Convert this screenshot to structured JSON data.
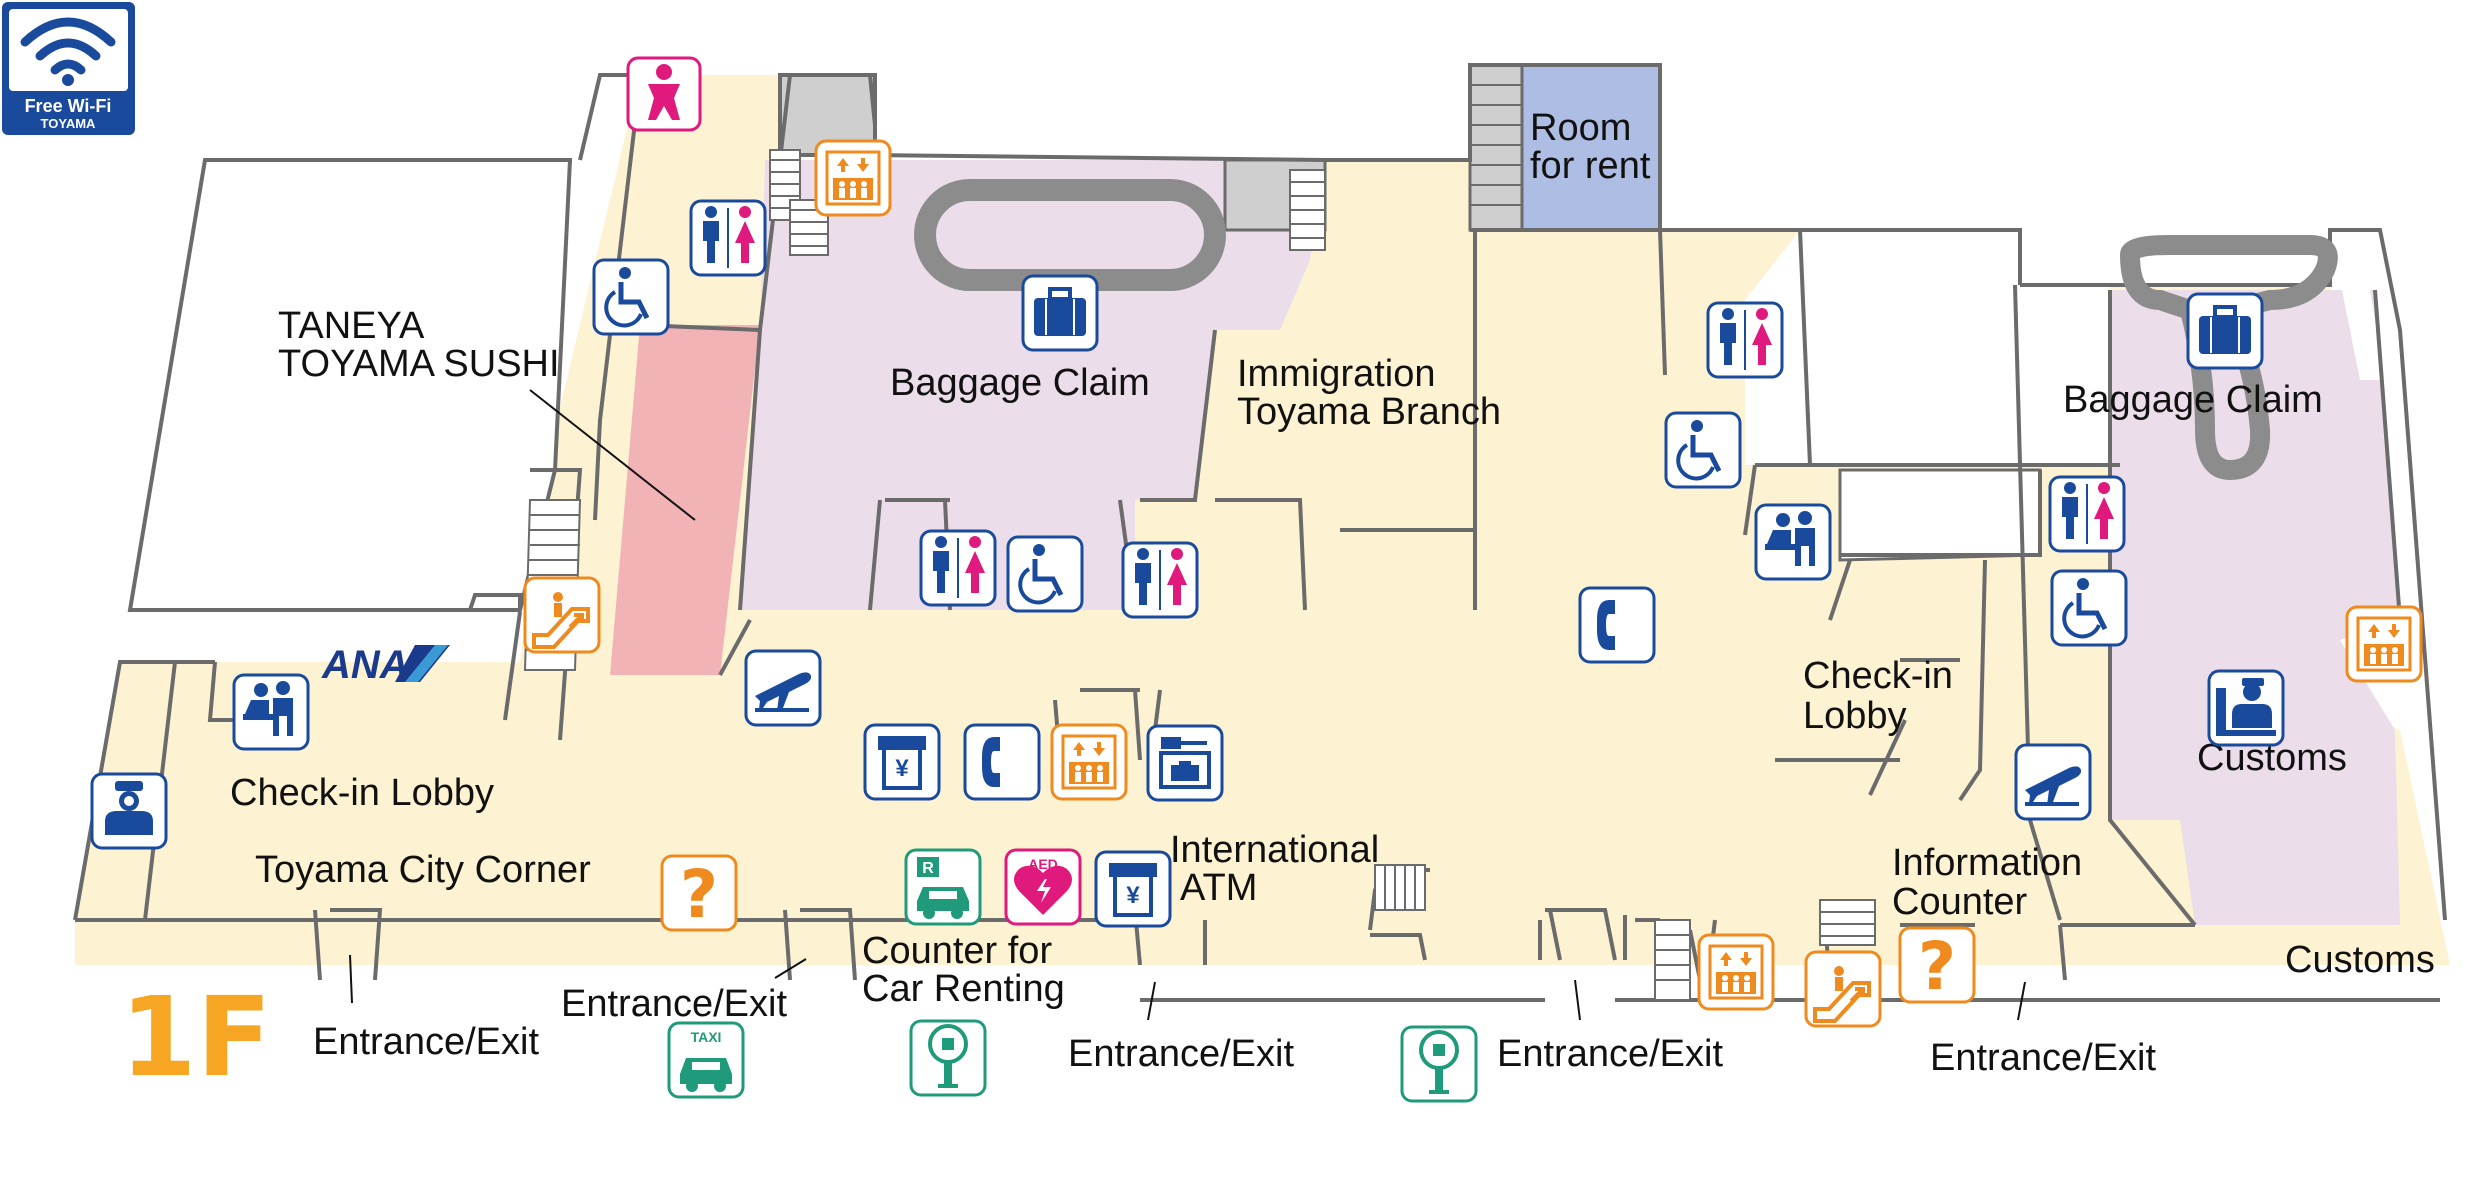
{
  "floor": {
    "label": "1F",
    "color": "#f6a623"
  },
  "wifi": {
    "line1": "Free Wi-Fi",
    "line2": "TOYAMA",
    "color": "#1a4a9c"
  },
  "colors": {
    "floor_fill": "#fdf2d2",
    "baggage_area": "#ebdeea",
    "restaurant": "#f2b3b7",
    "room_for_rent": "#aebde3",
    "carousel": "#8c8c8c",
    "wall": "#6b6b6b",
    "icon_blue": "#1a4a9c",
    "icon_orange": "#ef8a1e",
    "icon_pink": "#e0197d",
    "icon_green": "#1f9a7a"
  },
  "labels": {
    "taneya_line1": "TANEYA",
    "taneya_line2": "TOYAMA SUSHI",
    "baggage_claim_left": "Baggage Claim",
    "immigration_line1": "Immigration",
    "immigration_line2": "Toyama Branch",
    "room_line1": "Room",
    "room_line2": "for rent",
    "baggage_claim_right": "Baggage Claim",
    "checkin_lobby_left": "Check-in Lobby",
    "toyama_city_corner": "Toyama City Corner",
    "intl_atm_line1": "International",
    "intl_atm_line2": "ATM",
    "car_renting_line1": "Counter for",
    "car_renting_line2": "Car Renting",
    "checkin_lobby_right_line1": "Check-in",
    "checkin_lobby_right_line2": "Lobby",
    "info_counter_line1": "Information",
    "info_counter_line2": "Counter",
    "customs_right": "Customs",
    "customs_bottom": "Customs",
    "entrance_1": "Entrance/Exit",
    "entrance_2": "Entrance/Exit",
    "entrance_3": "Entrance/Exit",
    "entrance_4": "Entrance/Exit",
    "entrance_5": "Entrance/Exit",
    "airline_logo": "ANA"
  },
  "icons": {
    "taxi_text": "TAXI",
    "aed_text": "AED",
    "rental_text": "R",
    "question_mark": "?",
    "yen": "¥"
  }
}
